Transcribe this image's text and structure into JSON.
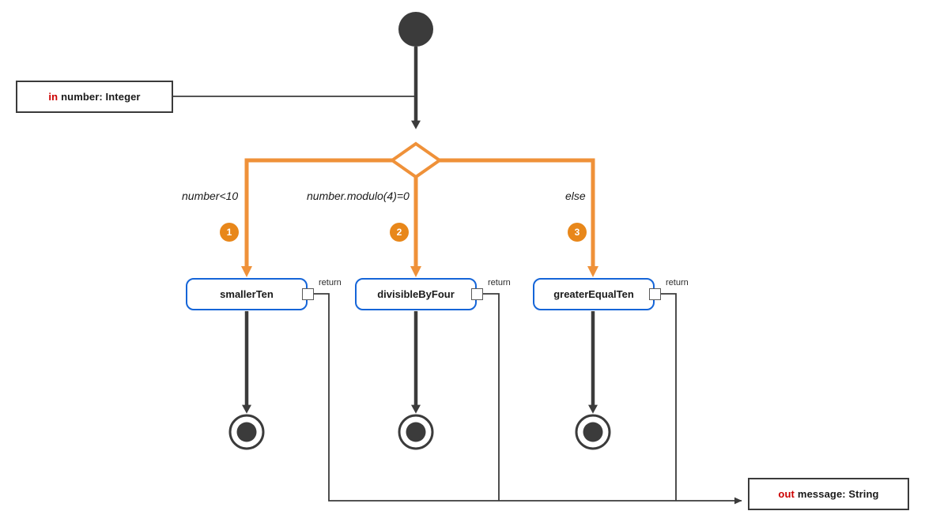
{
  "diagram": {
    "type": "uml-activity-diagram",
    "colors": {
      "control_flow": "#3b3b3b",
      "branch_flow": "#ef9139",
      "action_border": "#1565d8",
      "param_border": "#3b3b3b",
      "direction_keyword": "#cc0000",
      "badge_fill": "#e8871a",
      "badge_text": "#ffffff"
    },
    "parameters": {
      "input": {
        "direction": "in",
        "text": "number: Integer",
        "name": "number",
        "datatype": "Integer"
      },
      "output": {
        "direction": "out",
        "text": "message: String",
        "name": "message",
        "datatype": "String"
      }
    },
    "initial_node": {
      "name": "initial-node"
    },
    "decision_node": {
      "name": "decision-node"
    },
    "branches": [
      {
        "badge": "1",
        "guard": "number<10",
        "action": "smallerTen",
        "pin_label": "return"
      },
      {
        "badge": "2",
        "guard": "number.modulo(4)=0",
        "action": "divisibleByFour",
        "pin_label": "return"
      },
      {
        "badge": "3",
        "guard": "else",
        "action": "greaterEqualTen",
        "pin_label": "return"
      }
    ],
    "final_nodes": [
      {
        "name": "activity-final-node-1"
      },
      {
        "name": "activity-final-node-2"
      },
      {
        "name": "activity-final-node-3"
      }
    ]
  }
}
